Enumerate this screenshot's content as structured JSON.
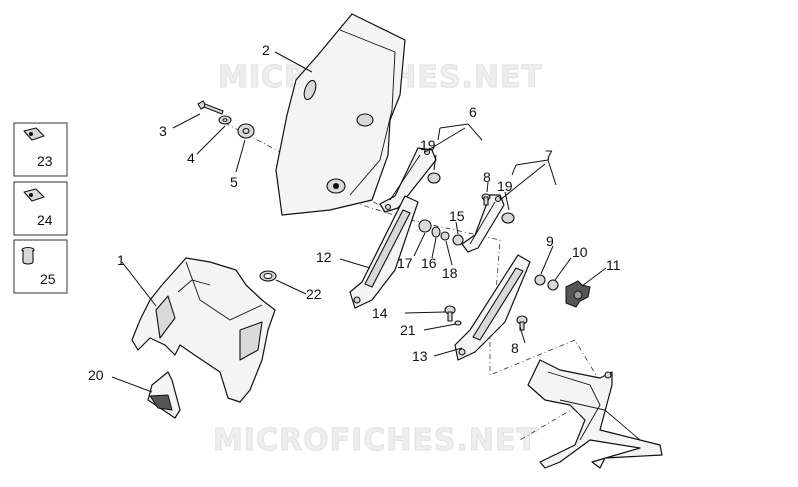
{
  "watermark": "MICROFICHES.NET",
  "labels": {
    "l1": "1",
    "l2": "2",
    "l3": "3",
    "l4": "4",
    "l5": "5",
    "l6": "6",
    "l7": "7",
    "l8a": "8",
    "l8b": "8",
    "l9": "9",
    "l10": "10",
    "l11": "11",
    "l12": "12",
    "l13": "13",
    "l14": "14",
    "l15": "15",
    "l16": "16",
    "l17": "17",
    "l18": "18",
    "l19a": "19",
    "l19b": "19",
    "l20": "20",
    "l21": "21",
    "l22": "22",
    "l23": "23",
    "l24": "24",
    "l25": "25"
  }
}
